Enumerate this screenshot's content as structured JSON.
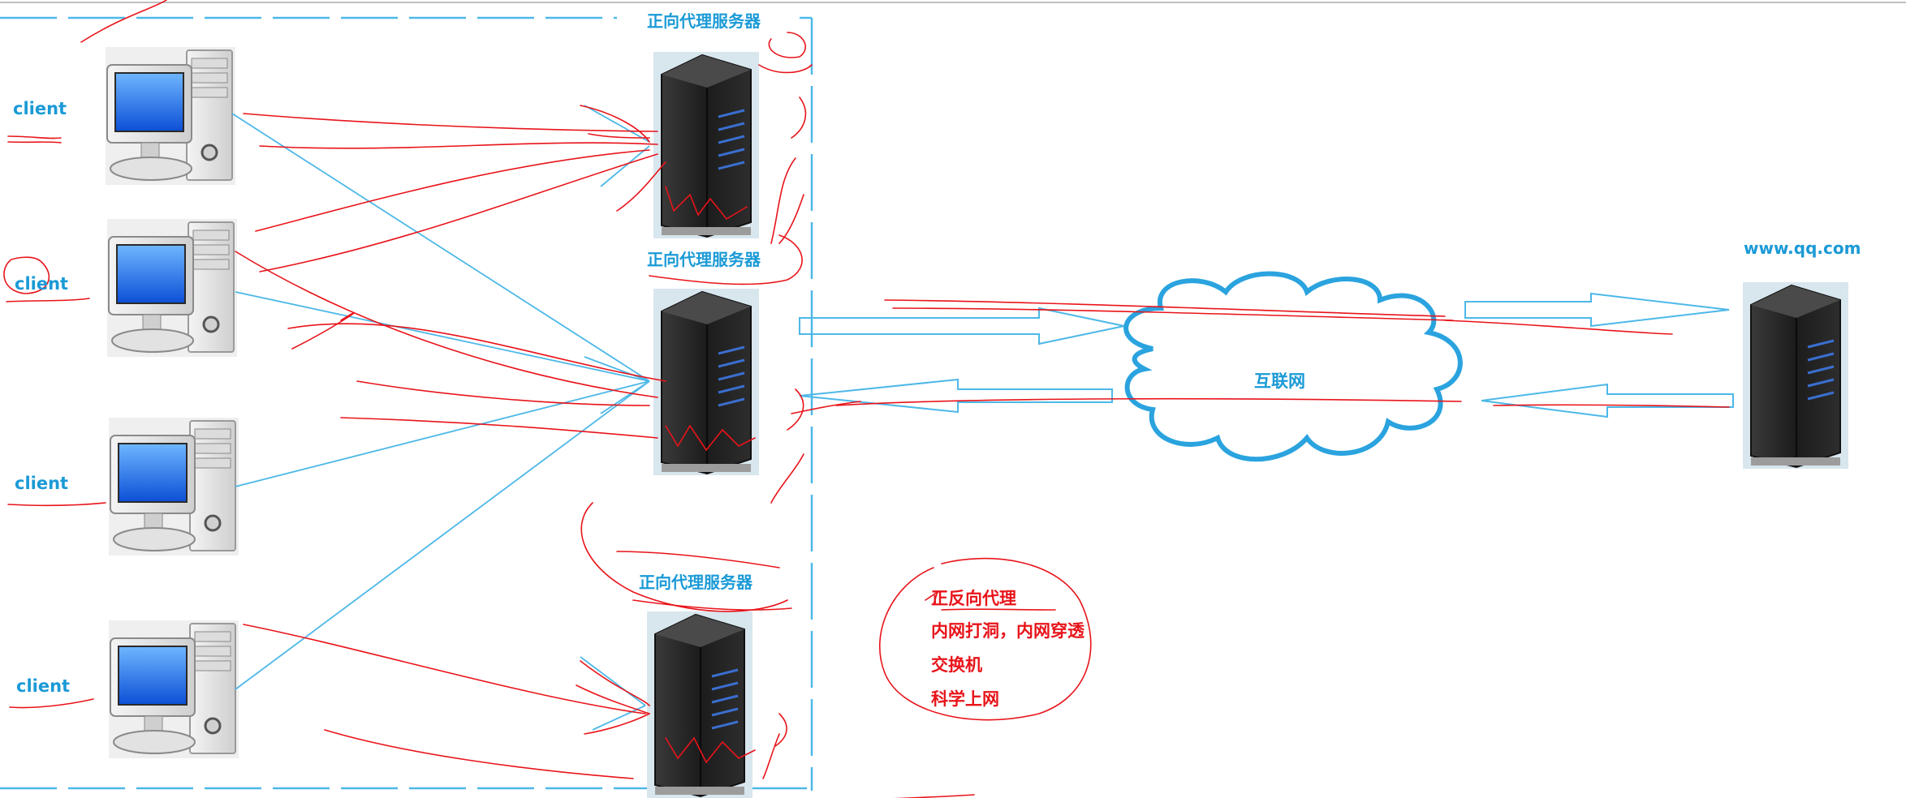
{
  "clients": [
    {
      "label": "client"
    },
    {
      "label": "client"
    },
    {
      "label": "client"
    },
    {
      "label": "client"
    }
  ],
  "proxies": [
    {
      "label": "正向代理服务器"
    },
    {
      "label": "正向代理服务器"
    },
    {
      "label": "正向代理服务器"
    }
  ],
  "cloud": {
    "label": "互联网"
  },
  "target_server": {
    "label": "www.qq.com"
  },
  "notes": [
    "正反向代理",
    "内网打洞，内网穿透",
    "交换机",
    "科学上网"
  ],
  "colors": {
    "label_blue": "#1b9ad6",
    "note_red": "#e8141a",
    "line_blue": "#4db8e8",
    "ink_red": "#e8141a",
    "cloud_blue": "#2aa3df"
  }
}
